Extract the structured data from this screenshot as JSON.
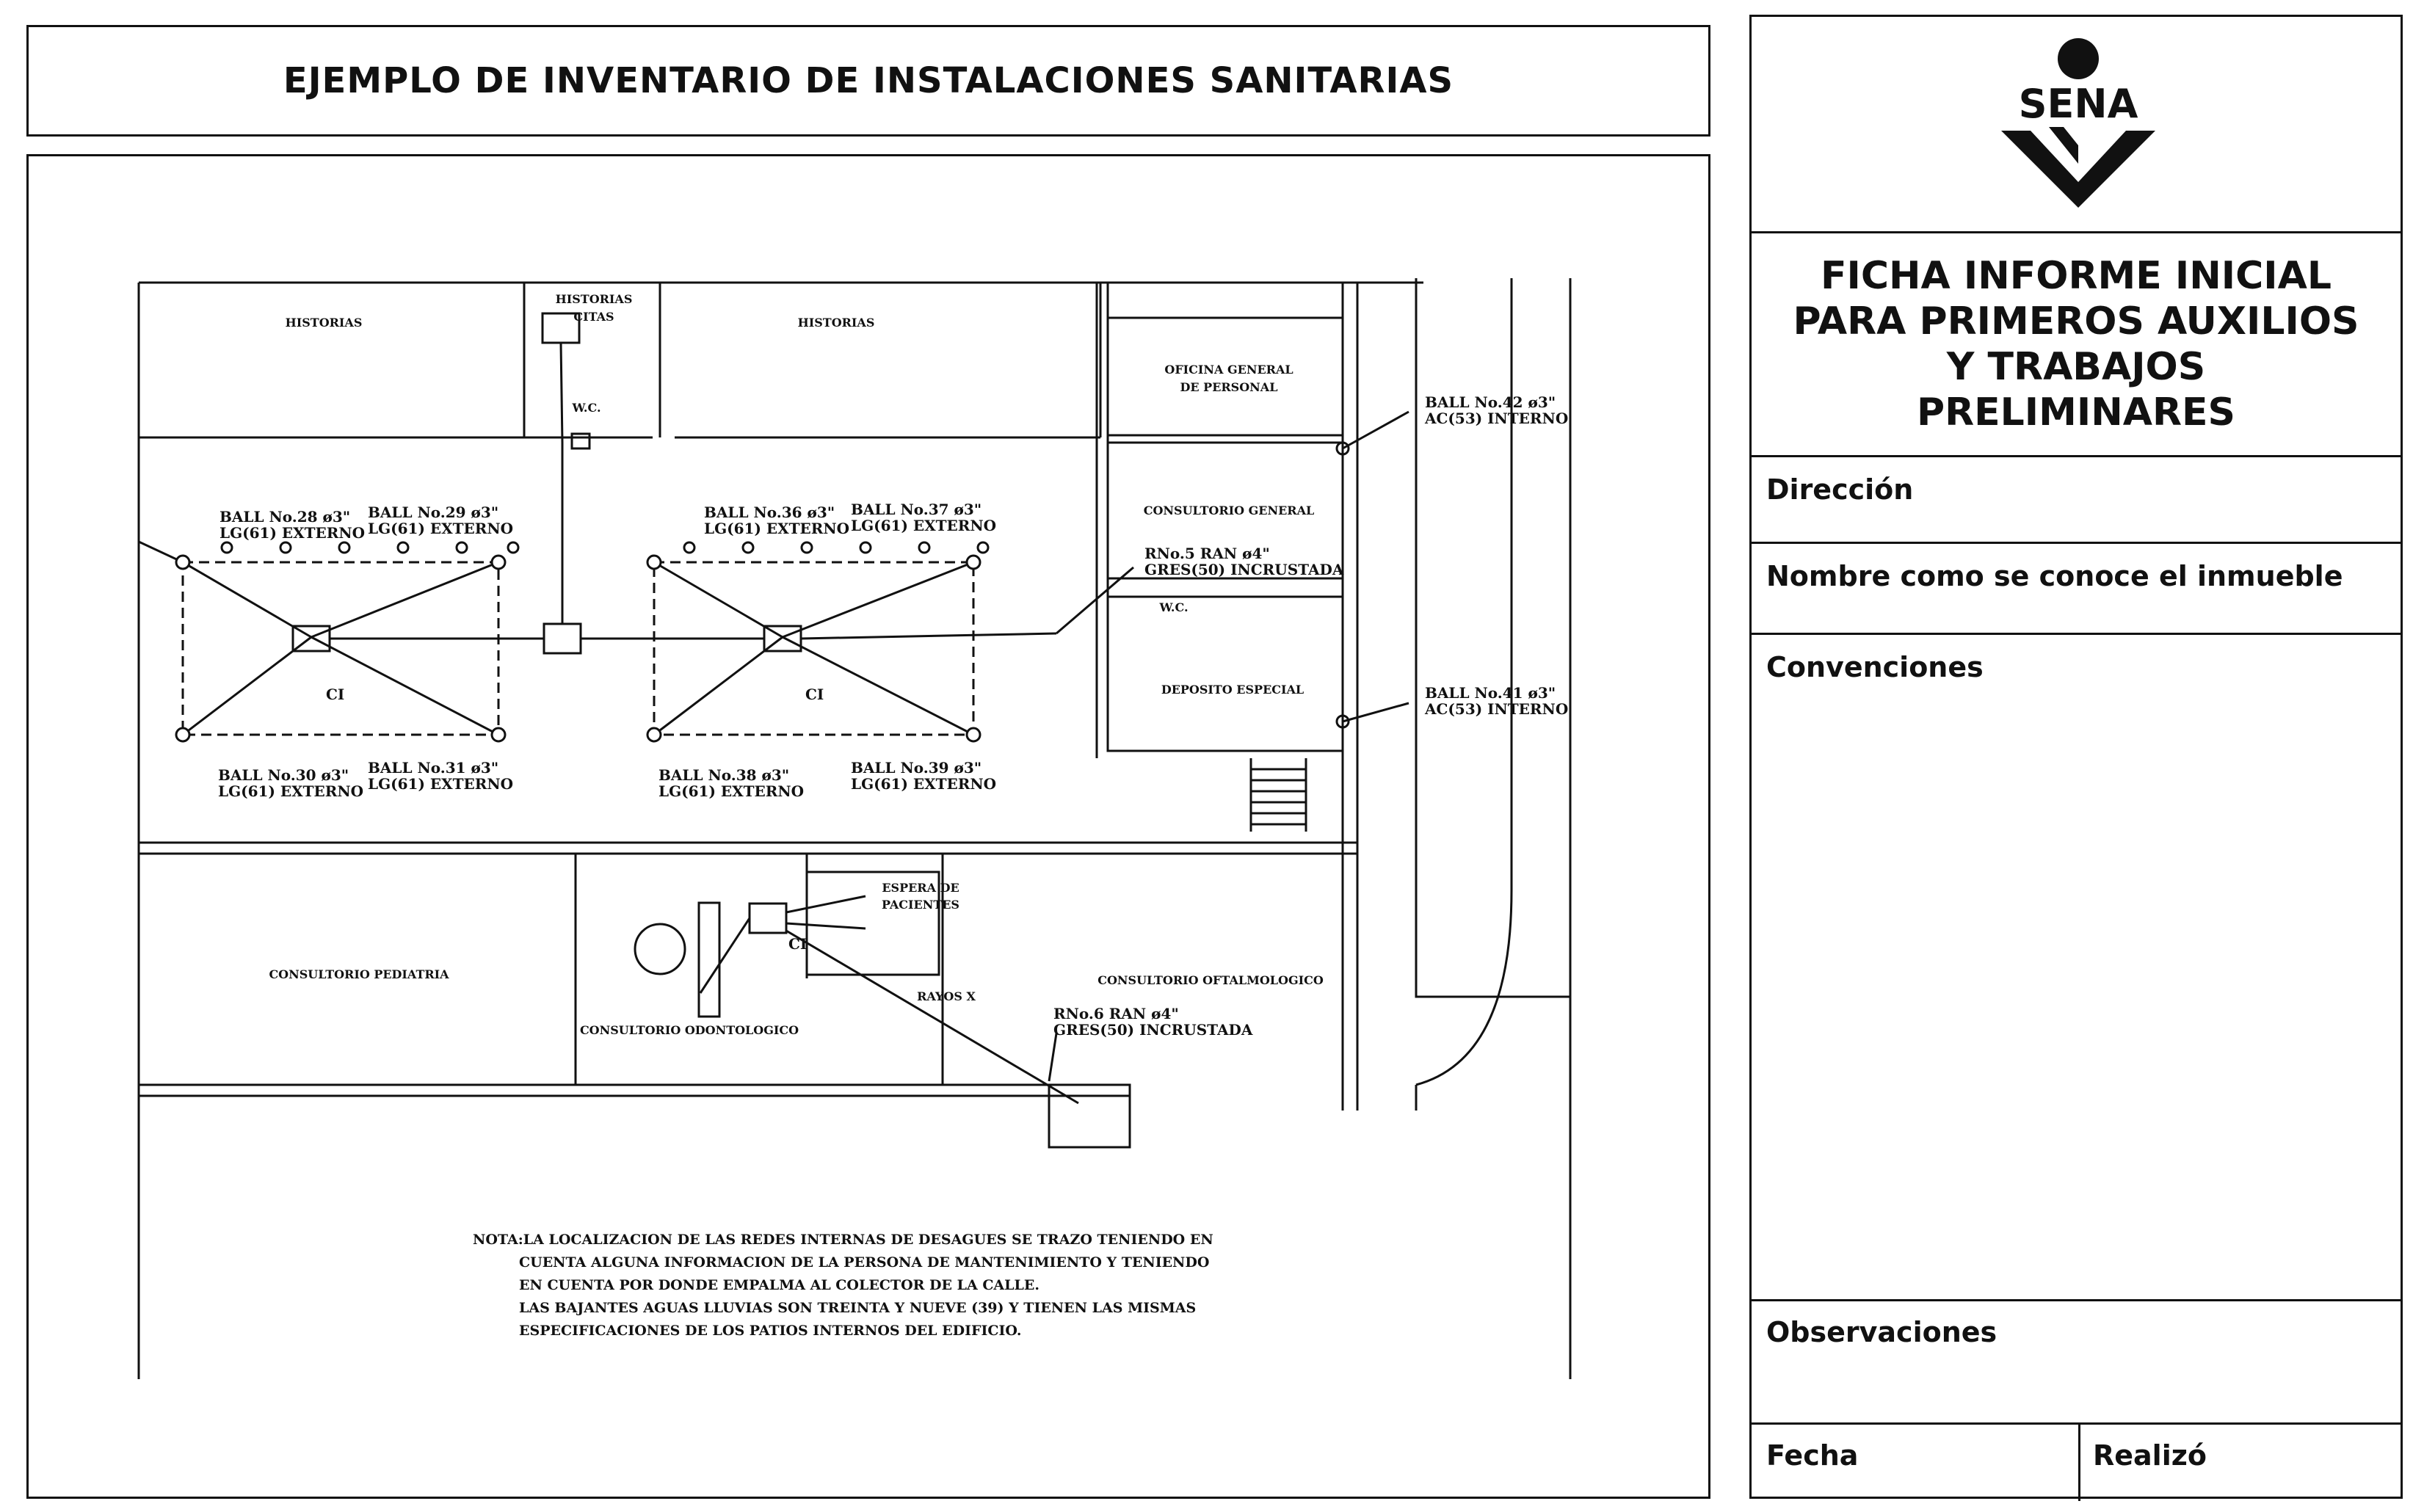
{
  "header": {
    "title": "EJEMPLO DE INVENTARIO DE INSTALACIONES SANITARIAS"
  },
  "logo": {
    "text": "SENA"
  },
  "form": {
    "ficha_title": "FICHA INFORME INICIAL\nPARA PRIMEROS AUXILIOS\nY TRABAJOS\nPRELIMINARES",
    "direccion": "Dirección",
    "nombre": "Nombre como se conoce el inmueble",
    "convenciones": "Convenciones",
    "observaciones": "Observaciones",
    "fecha": "Fecha",
    "realizo": "Realizó"
  },
  "plan": {
    "rooms": {
      "historias_1": "HISTORIAS",
      "historias_citas_1": "HISTORIAS",
      "historias_citas_2": "CITAS",
      "historias_2": "HISTORIAS",
      "wc_1": "W.C.",
      "oficina_1": "OFICINA GENERAL",
      "oficina_2": "DE PERSONAL",
      "consultorio_general": "CONSULTORIO GENERAL",
      "wc_2": "W.C.",
      "deposito": "DEPOSITO ESPECIAL",
      "espera_1": "ESPERA DE",
      "espera_2": "PACIENTES",
      "pediatria": "CONSULTORIO PEDIATRIA",
      "odontologico": "CONSULTORIO ODONTOLOGICO",
      "rayos": "RAYOS X",
      "oftalmologico": "CONSULTORIO OFTALMOLOGICO"
    },
    "labels": {
      "ball28": "BALL No.28  ø3\"",
      "lg28": "LG(61) EXTERNO",
      "ball29": "BALL No.29 ø3\"",
      "lg29": "LG(61) EXTERNO",
      "ball30": "BALL No.30 ø3\"",
      "lg30": "LG(61) EXTERNO",
      "ball31": "BALL No.31 ø3\"",
      "lg31": "LG(61) EXTERNO",
      "ball36": "BALL No.36 ø3\"",
      "lg36": "LG(61) EXTERNO",
      "ball37": "BALL No.37 ø3\"",
      "lg37": "LG(61) EXTERNO",
      "ball38": "BALL No.38 ø3\"",
      "lg38": "LG(61) EXTERNO",
      "ball39": "BALL No.39 ø3\"",
      "lg39": "LG(61) EXTERNO",
      "ball42": "BALL No.42 ø3\"",
      "ac42": "AC(53) INTERNO",
      "ball41": "BALL No.41 ø3\"",
      "ac41": "AC(53) INTERNO",
      "rno5": "RNo.5 RAN ø4\"",
      "gres5": "GRES(50) INCRUSTADA",
      "rno6": "RNo.6 RAN ø4\"",
      "gres6": "GRES(50) INCRUSTADA",
      "ci1": "CI",
      "ci2": "CI",
      "ci3": "CI"
    },
    "note": {
      "line1": "NOTA:LA LOCALIZACION DE LAS REDES INTERNAS DE DESAGUES SE TRAZO TENIENDO EN",
      "line2": "CUENTA ALGUNA INFORMACION DE LA PERSONA DE MANTENIMIENTO Y   TENIENDO",
      "line3": "EN CUENTA POR DONDE EMPALMA AL COLECTOR DE LA CALLE.",
      "line4": "LAS BAJANTES AGUAS LLUVIAS SON TREINTA Y NUEVE (39) Y TIENEN LAS MISMAS",
      "line5": "ESPECIFICACIONES DE LOS PATIOS INTERNOS DEL EDIFICIO."
    }
  }
}
